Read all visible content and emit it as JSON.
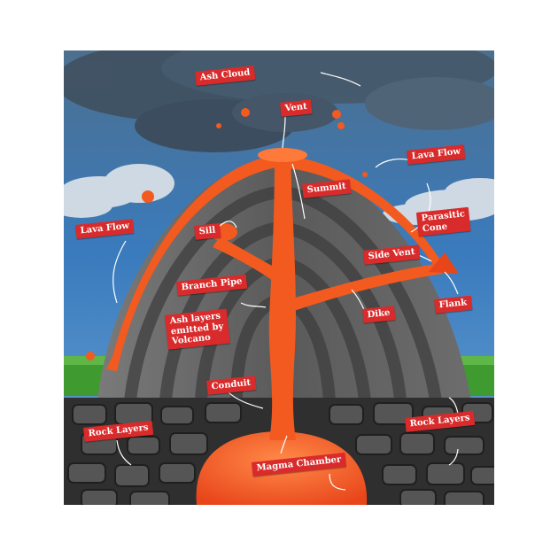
{
  "diagram": {
    "labels": {
      "ash_cloud": "Ash Cloud",
      "vent": "Vent",
      "lava_flow_right": "Lava Flow",
      "summit": "Summit",
      "parasitic_cone": "Parasitic\nCone",
      "lava_flow_left": "Lava Flow",
      "sill": "Sill",
      "side_vent": "Side Vent",
      "branch_pipe": "Branch Pipe",
      "flank": "Flank",
      "dike": "Dike",
      "ash_layers": "Ash layers\nemitted by\nVolcano",
      "conduit": "Conduit",
      "rock_layers_left": "Rock Layers",
      "rock_layers_right": "Rock Layers",
      "magma_chamber": "Magma Chamber"
    },
    "colors": {
      "sky": "#3a6fa8",
      "cloud": "#cfd9e3",
      "grass": "#3f9a2f",
      "volcano": "#565656",
      "ground": "#2f2f2f",
      "lava": "#f25a1f",
      "lava_highlight": "#ff9a5a",
      "label_bg": "#d92b2b"
    }
  }
}
